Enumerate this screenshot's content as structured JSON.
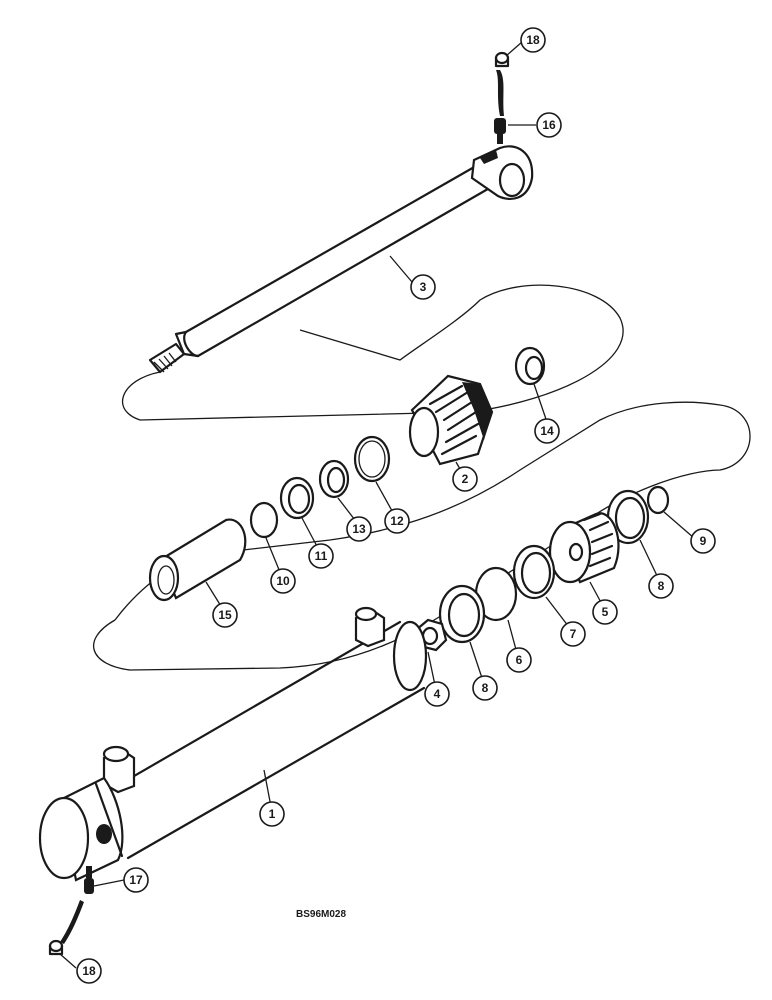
{
  "figure_code": "BS96M028",
  "callouts": [
    {
      "id": "c18a",
      "label": "18"
    },
    {
      "id": "c16",
      "label": "16"
    },
    {
      "id": "c3",
      "label": "3"
    },
    {
      "id": "c14",
      "label": "14"
    },
    {
      "id": "c2",
      "label": "2"
    },
    {
      "id": "c12",
      "label": "12"
    },
    {
      "id": "c13",
      "label": "13"
    },
    {
      "id": "c11",
      "label": "11"
    },
    {
      "id": "c10",
      "label": "10"
    },
    {
      "id": "c15",
      "label": "15"
    },
    {
      "id": "c9",
      "label": "9"
    },
    {
      "id": "c8a",
      "label": "8"
    },
    {
      "id": "c5",
      "label": "5"
    },
    {
      "id": "c7",
      "label": "7"
    },
    {
      "id": "c6",
      "label": "6"
    },
    {
      "id": "c8b",
      "label": "8"
    },
    {
      "id": "c4",
      "label": "4"
    },
    {
      "id": "c1",
      "label": "1"
    },
    {
      "id": "c17",
      "label": "17"
    },
    {
      "id": "c18b",
      "label": "18"
    }
  ]
}
